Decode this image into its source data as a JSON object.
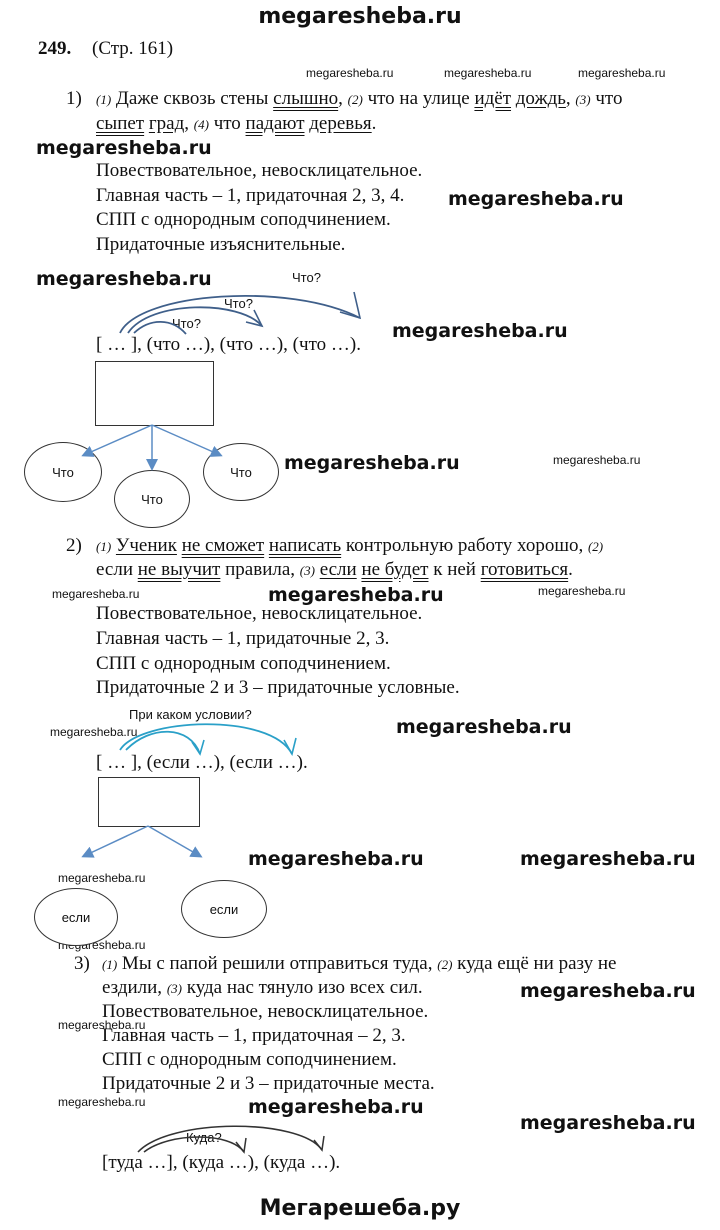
{
  "header": {
    "site": "megaresheba.ru"
  },
  "footer": {
    "site": "Мегарешеба.ру"
  },
  "exercise": {
    "number": "249.",
    "page_ref": "(Стр. 161)"
  },
  "watermarks": {
    "big": "megaresheba.ru",
    "small": "megaresheba.ru"
  },
  "items": [
    {
      "label": "1)",
      "nums": [
        "(1)",
        "(2)",
        "(3)",
        "(4)"
      ],
      "s1": {
        "w1": "Даже сквозь стены",
        "w2": "слышно",
        "w3": "что на улице",
        "w4": "идёт",
        "w5": "дождь",
        "w6": "что",
        "w7": "сыпет",
        "w8": "град",
        "w9": "что",
        "w10": "падают",
        "w11": "деревья"
      },
      "lines": [
        "Повествовательное, невосклицательное.",
        "Главная часть – 1, придаточная 2, 3, 4.",
        "СПП с однородным соподчинением.",
        "Придаточные изъяснительные."
      ],
      "scheme": "[ … ], (что …), (что …), (что …).",
      "questions": [
        "Что?",
        "Что?",
        "Что?"
      ],
      "nodes": [
        "Что",
        "Что",
        "Что"
      ]
    },
    {
      "label": "2)",
      "nums": [
        "(1)",
        "(2)",
        "(3)"
      ],
      "s1": {
        "w1": "Ученик",
        "w2": "не сможет",
        "w3": "написать",
        "w4": "контрольную работу хорошо,",
        "w5": "если",
        "w6": "не выучит",
        "w7": "правила,",
        "w8": "если",
        "w9": "не будет",
        "w10": "к ней",
        "w11": "готовиться"
      },
      "lines": [
        "Повествовательное, невосклицательное.",
        "Главная часть – 1, придаточные 2, 3.",
        "СПП с однородным соподчинением.",
        "Придаточные 2 и 3 – придаточные условные."
      ],
      "scheme": "[ … ], (если …), (если …).",
      "question": "При каком условии?",
      "nodes": [
        "если",
        "если"
      ]
    },
    {
      "label": "3)",
      "nums": [
        "(1)",
        "(2)",
        "(3)"
      ],
      "text1": "Мы с папой решили отправиться туда,",
      "text2": "куда ещё ни разу не",
      "text3": "ездили,",
      "text4": "куда нас тянуло изо всех сил.",
      "lines": [
        "Повествовательное, невосклицательное.",
        "Главная часть – 1, придаточная – 2, 3.",
        "СПП с однородным соподчинением.",
        "Придаточные 2 и 3 – придаточные места."
      ],
      "scheme": "[туда …], (куда …), (куда …).",
      "question": "Куда?"
    }
  ]
}
